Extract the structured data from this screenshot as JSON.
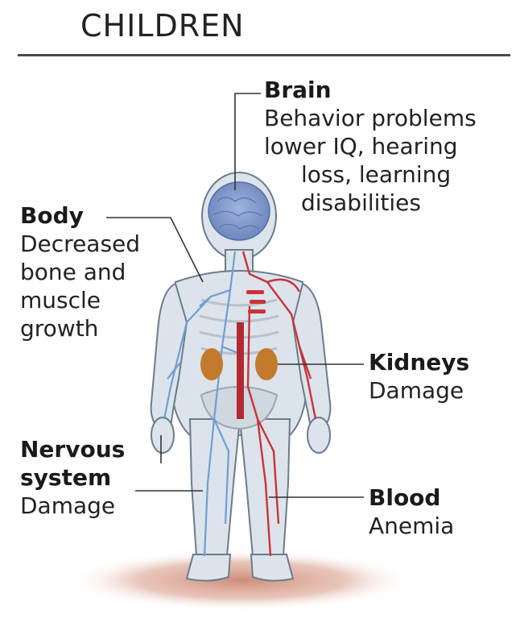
{
  "title": "CHILDREN",
  "labels": {
    "brain": {
      "heading": "Brain",
      "line1": "Behavior problems",
      "line2": "lower IQ, hearing",
      "line3": "loss, learning",
      "line4": "disabilities"
    },
    "body": {
      "heading": "Body",
      "line1": "Decreased",
      "line2": "bone and",
      "line3": "muscle",
      "line4": "growth"
    },
    "kidneys": {
      "heading": "Kidneys",
      "line1": "Damage"
    },
    "nervous": {
      "heading1": "Nervous",
      "heading2": "system",
      "line1": "Damage"
    },
    "blood": {
      "heading": "Blood",
      "line1": "Anemia"
    }
  },
  "colors": {
    "body_fill": "#dce3ea",
    "body_outline": "#6b7c8c",
    "brain": "#7f97c9",
    "kidney": "#c27a2c",
    "artery": "#c8343a",
    "nerve": "#6f9ed4",
    "shadow": "#c9806a"
  }
}
